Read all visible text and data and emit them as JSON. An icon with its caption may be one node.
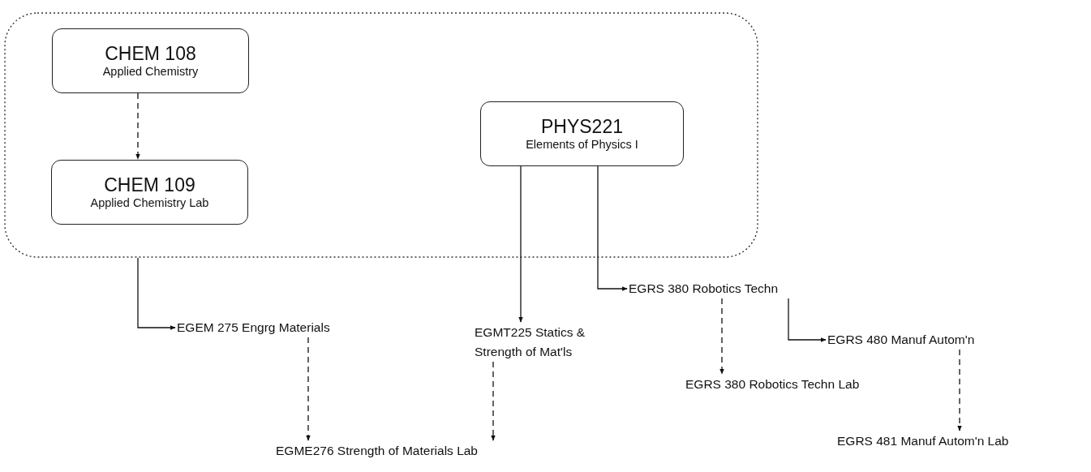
{
  "diagram": {
    "nodes": [
      {
        "text": [],
        "shape": "box"
      },
      {
        "text": [
          "CHEM 108",
          "Applied Chemistry"
        ],
        "in": 0
      },
      {
        "text": [
          "CHEM 109",
          "Applied Chemistry Lab"
        ],
        "in": 0
      },
      {
        "text": [
          "PHYS221",
          "Elements of Physics I"
        ],
        "in": 0
      },
      {
        "text": [
          "EGEM 275 Engrg Materials"
        ]
      },
      {
        "text": [
          "EGMT225 Statics & Strength of Mat'ls"
        ]
      },
      {
        "text": [
          "EGRS 380 Robotics Techn"
        ]
      },
      {
        "text": [
          "EGRS 480 Manuf Autom'n"
        ]
      },
      {
        "text": [
          "EGRS 380 Robotics Techn Lab"
        ]
      },
      {
        "text": [
          "EGME276 Strength of Materials Lab"
        ]
      },
      {
        "text": [
          "EGRS 481 Manuf Autom'n Lab"
        ]
      }
    ],
    "edges": [
      {
        "from": 1,
        "to": 2,
        "arrow": "to",
        "style": "dashed"
      },
      {
        "from": 0,
        "to": 4,
        "arrow": "to"
      },
      {
        "from": 3,
        "to": 5,
        "arrow": "to"
      },
      {
        "from": 3,
        "to": 6,
        "arrow": "to"
      },
      {
        "from": 6,
        "to": 7,
        "arrow": "to"
      },
      {
        "from": 6,
        "to": 8,
        "arrow": "to",
        "style": "dashed"
      },
      {
        "from": 4,
        "to": 9,
        "arrow": "to",
        "style": "dashed"
      },
      {
        "from": 5,
        "to": 9,
        "arrow": "to",
        "style": "dashed"
      },
      {
        "from": 7,
        "to": 10,
        "arrow": "to",
        "style": "dashed"
      }
    ]
  }
}
